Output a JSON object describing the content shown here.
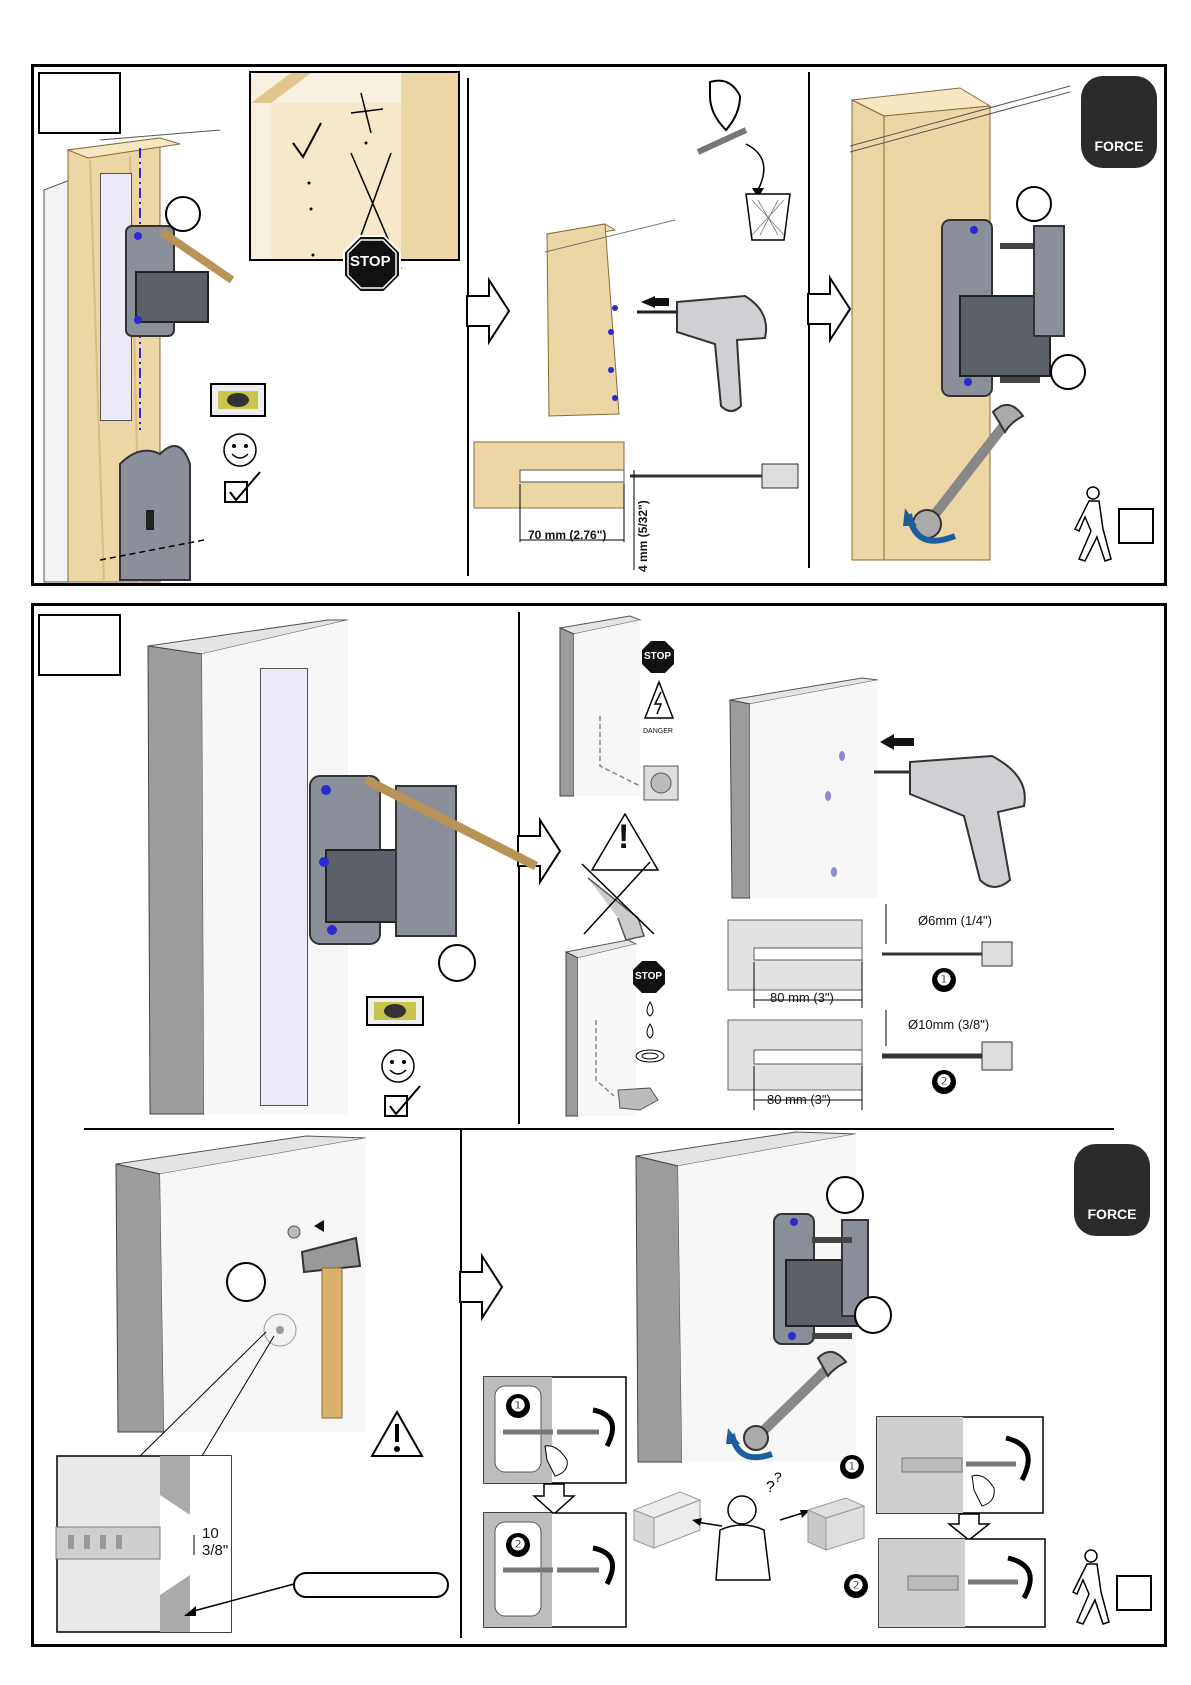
{
  "top_panel": {
    "stop_label": "STOP",
    "dim_70": "70 mm (2.76\")",
    "dim_4": "4 mm (5/32\")",
    "force_label": "FORCE"
  },
  "bottom_panel": {
    "stop_label_1": "STOP",
    "danger_label": "DANGER",
    "stop_label_2": "STOP",
    "dia_6": "Ø6mm (1/4\")",
    "dim_80_a": "80  mm (3\")",
    "dia_10": "Ø10mm (3/8\")",
    "dim_80_b": "80  mm (3\")",
    "num_1": "❶",
    "num_2": "❷",
    "anchor_depth_1": "10",
    "anchor_depth_2": "3/8\"",
    "force_label": "FORCE",
    "hand_num_1": "❶",
    "hand_num_2": "❷",
    "right_num_1": "❶",
    "right_num_2": "❷",
    "warning_mark": "!"
  }
}
